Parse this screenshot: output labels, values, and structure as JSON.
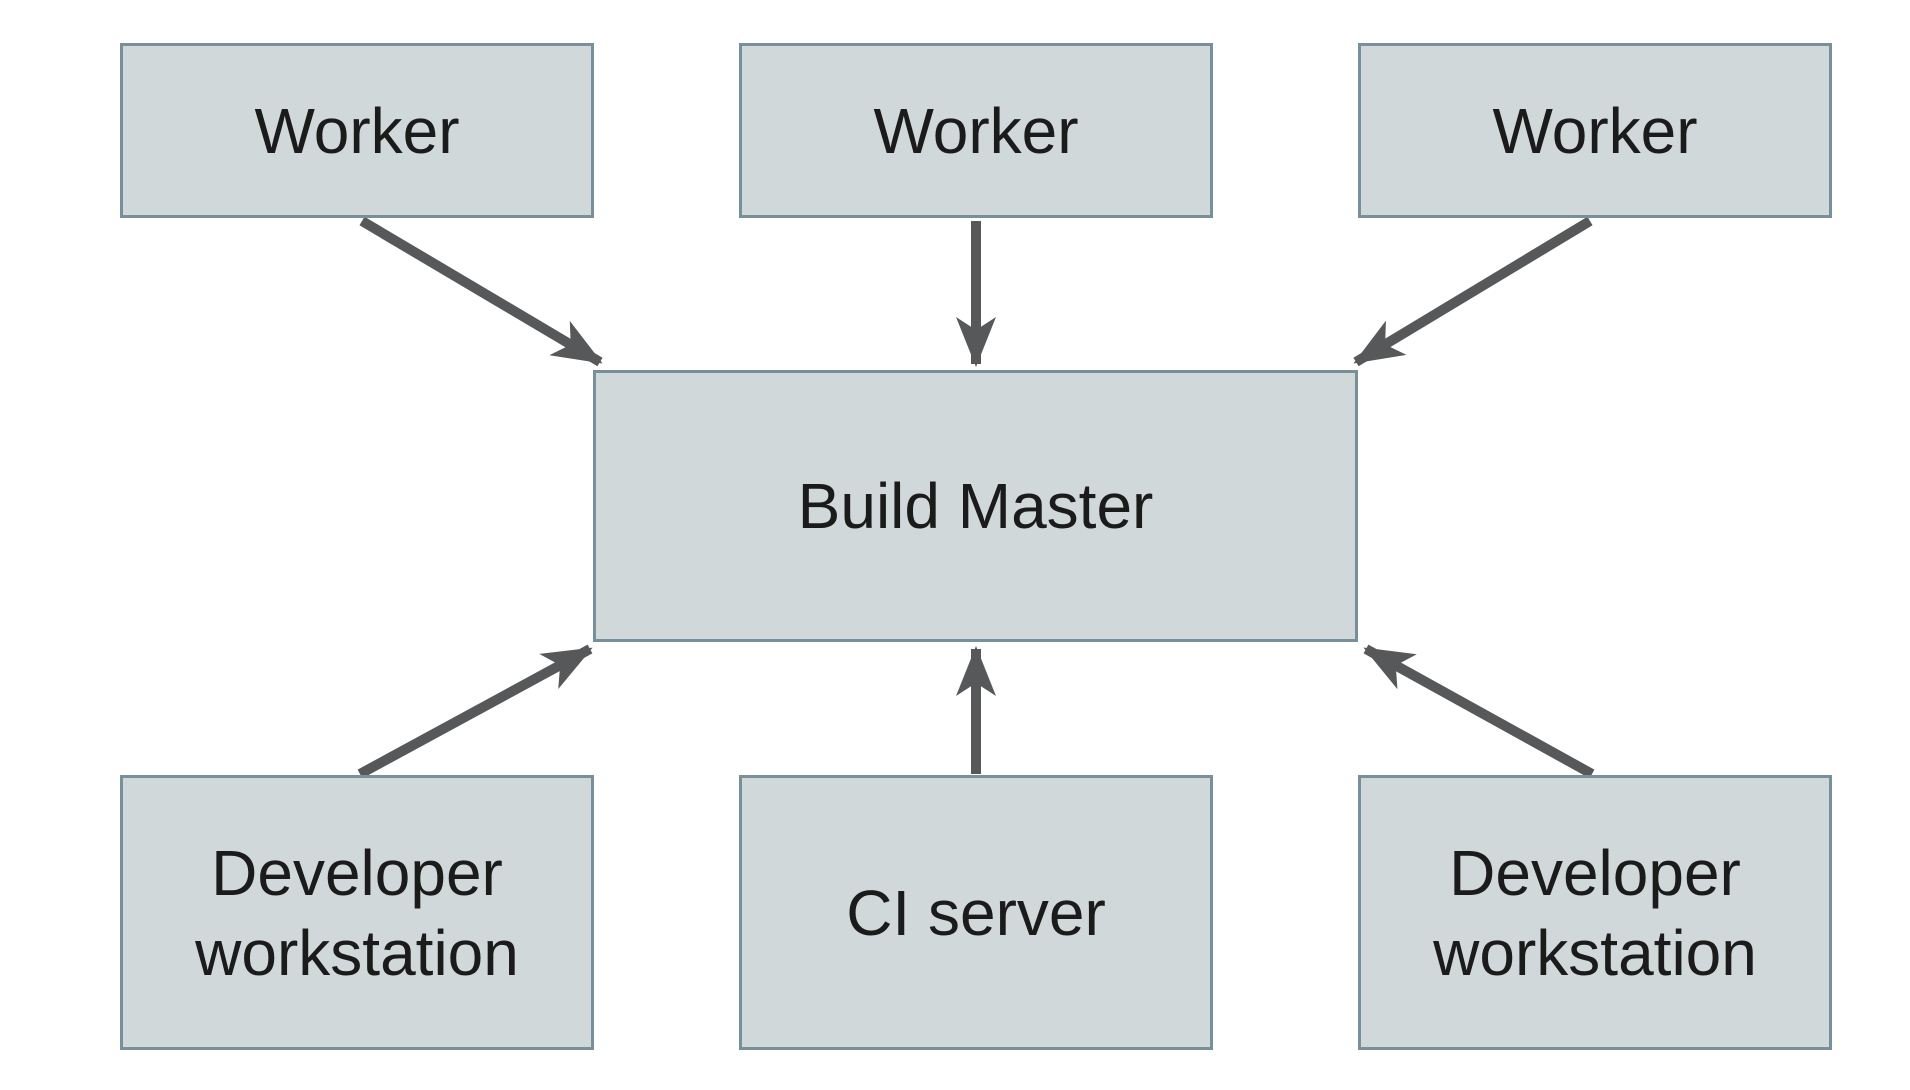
{
  "diagram": {
    "type": "architecture-diagram",
    "nodes": [
      {
        "id": "worker-1",
        "label": "Worker"
      },
      {
        "id": "worker-2",
        "label": "Worker"
      },
      {
        "id": "worker-3",
        "label": "Worker"
      },
      {
        "id": "build-master",
        "label": "Build Master"
      },
      {
        "id": "dev-workstation-left",
        "label": "Developer workstation"
      },
      {
        "id": "ci-server",
        "label": "CI server"
      },
      {
        "id": "dev-workstation-right",
        "label": "Developer workstation"
      }
    ],
    "edges": [
      {
        "from": "worker-1",
        "to": "build-master"
      },
      {
        "from": "worker-2",
        "to": "build-master"
      },
      {
        "from": "worker-3",
        "to": "build-master"
      },
      {
        "from": "dev-workstation-left",
        "to": "build-master"
      },
      {
        "from": "ci-server",
        "to": "build-master"
      },
      {
        "from": "dev-workstation-right",
        "to": "build-master"
      }
    ],
    "colors": {
      "node_fill": "#d0d8da",
      "node_border": "#78909c",
      "arrow": "#56585a",
      "label_text": "#1b1b1b",
      "background": "#ffffff"
    }
  }
}
